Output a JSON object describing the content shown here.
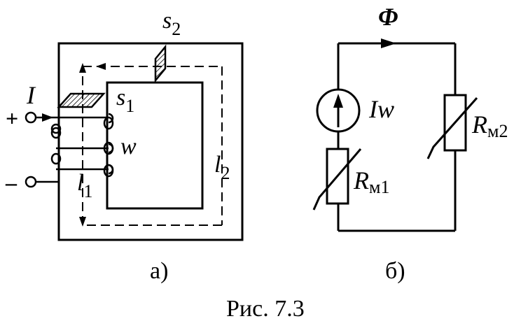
{
  "diagram_a": {
    "label_s2": "s",
    "label_s2_sub": "2",
    "label_I": "I",
    "label_s1": "s",
    "label_s1_sub": "1",
    "label_plus": "+",
    "label_w": "w",
    "label_l2": "l",
    "label_l2_sub": "2",
    "label_minus": "–",
    "label_l1": "l",
    "label_l1_sub": "1",
    "caption": "а)"
  },
  "diagram_b": {
    "label_flux": "Φ",
    "label_mmf": "Iw",
    "label_rm2": "R",
    "label_rm2_sub": "м2",
    "label_rm1": "R",
    "label_rm1_sub": "м1",
    "caption": "б)"
  },
  "figure_caption": "Рис. 7.3"
}
